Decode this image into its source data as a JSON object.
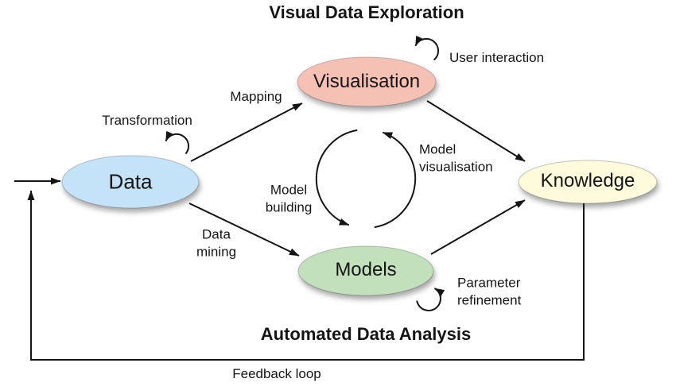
{
  "diagram": {
    "title_top": "Visual Data Exploration",
    "title_bottom": "Automated Data Analysis",
    "nodes": {
      "data": {
        "label": "Data",
        "fill": "#c5e3f8"
      },
      "visualisation": {
        "label": "Visualisation",
        "fill": "#f6c1b5"
      },
      "models": {
        "label": "Models",
        "fill": "#c2e0bb"
      },
      "knowledge": {
        "label": "Knowledge",
        "fill": "#fdfbdc"
      }
    },
    "edge_labels": {
      "transformation": "Transformation",
      "mapping": "Mapping",
      "user_interaction": "User interaction",
      "data_mining": "Data\nmining",
      "model_building": "Model\nbuilding",
      "model_visualisation": "Model\nvisualisation",
      "parameter_refinement": "Parameter\nrefinement",
      "feedback_loop": "Feedback loop"
    },
    "colors": {
      "arrow": "#151515",
      "shadow": "#3a3a3a"
    }
  }
}
